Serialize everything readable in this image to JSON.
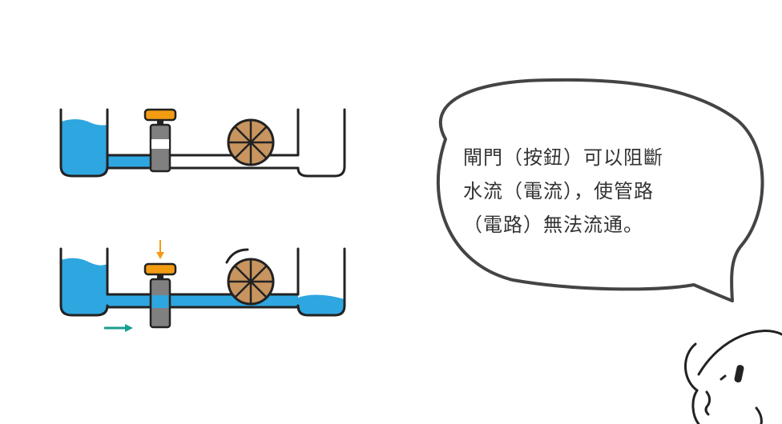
{
  "explanation": {
    "lines": [
      "閘門（按鈕）可以阻斷",
      "水流（電流），使管路",
      "（電路）無法流通。"
    ]
  },
  "colors": {
    "water": "#2ea6e0",
    "outline": "#222222",
    "valve_handle": "#f39c12",
    "valve_body": "#808080",
    "wheel_fill": "#c8955f",
    "flow_arrow": "#1a9e8f",
    "press_arrow": "#f39c12"
  },
  "icons": {
    "gate": "valve-icon",
    "wheel": "water-wheel-icon",
    "flow": "flow-arrow-icon",
    "press": "press-arrow-icon",
    "character": "character-icon"
  }
}
